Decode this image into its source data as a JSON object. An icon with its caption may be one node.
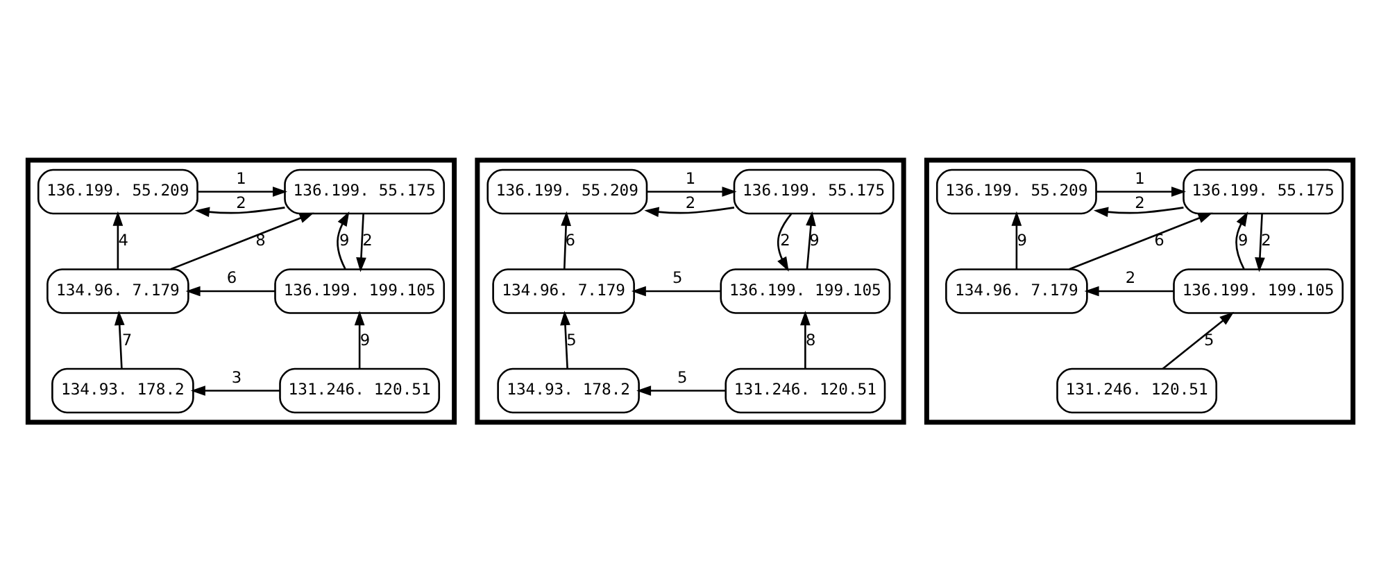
{
  "diagram": {
    "nodes": [
      {
        "text": [],
        "shape": "box"
      },
      {
        "text": [
          "136.199. 55.209"
        ],
        "in": 0
      },
      {
        "text": [
          "136.199. 55.175"
        ],
        "in": 0
      },
      {
        "text": [
          "134.96. 7.179"
        ],
        "in": 0
      },
      {
        "text": [
          "136.199. 199.105"
        ],
        "in": 0
      },
      {
        "text": [
          "134.93. 178.2"
        ],
        "in": 0
      },
      {
        "text": [
          "131.246. 120.51"
        ],
        "in": 0
      },
      {
        "text": [],
        "shape": "box"
      },
      {
        "text": [
          "136.199. 55.209"
        ],
        "in": 7
      },
      {
        "text": [
          "136.199. 55.175"
        ],
        "in": 7
      },
      {
        "text": [
          "134.96. 7.179"
        ],
        "in": 7
      },
      {
        "text": [
          "136.199. 199.105"
        ],
        "in": 7
      },
      {
        "text": [
          "134.93. 178.2"
        ],
        "in": 7
      },
      {
        "text": [
          "131.246. 120.51"
        ],
        "in": 7
      },
      {
        "text": [],
        "shape": "box"
      },
      {
        "text": [
          "136.199. 55.209"
        ],
        "in": 14
      },
      {
        "text": [
          "136.199. 55.175"
        ],
        "in": 14
      },
      {
        "text": [
          "134.96. 7.179"
        ],
        "in": 14
      },
      {
        "text": [
          "136.199. 199.105"
        ],
        "in": 14
      },
      {
        "text": [
          "131.246. 120.51"
        ],
        "in": 14
      }
    ],
    "edges": [
      {
        "from": 1,
        "to": 2,
        "arrow": "to",
        "label": "1"
      },
      {
        "from": 2,
        "to": 1,
        "arrow": "to",
        "label": "2"
      },
      {
        "from": 2,
        "to": 4,
        "arrow": "to",
        "label": "2"
      },
      {
        "from": 4,
        "to": 2,
        "arrow": "to",
        "label": "9"
      },
      {
        "from": 3,
        "to": 1,
        "arrow": "to",
        "label": "4"
      },
      {
        "from": 3,
        "to": 2,
        "arrow": "to",
        "label": "8"
      },
      {
        "from": 4,
        "to": 3,
        "arrow": "to",
        "label": "6"
      },
      {
        "from": 5,
        "to": 3,
        "arrow": "to",
        "label": "7"
      },
      {
        "from": 6,
        "to": 4,
        "arrow": "to",
        "label": "9"
      },
      {
        "from": 6,
        "to": 5,
        "arrow": "to",
        "label": "3"
      },
      {
        "from": 8,
        "to": 9,
        "arrow": "to",
        "label": "1"
      },
      {
        "from": 9,
        "to": 8,
        "arrow": "to",
        "label": "2"
      },
      {
        "from": 9,
        "to": 11,
        "arrow": "to",
        "label": "2"
      },
      {
        "from": 11,
        "to": 9,
        "arrow": "to",
        "label": "9"
      },
      {
        "from": 10,
        "to": 8,
        "arrow": "to",
        "label": "6"
      },
      {
        "from": 11,
        "to": 10,
        "arrow": "to",
        "label": "5"
      },
      {
        "from": 12,
        "to": 10,
        "arrow": "to",
        "label": "5"
      },
      {
        "from": 13,
        "to": 11,
        "arrow": "to",
        "label": "8"
      },
      {
        "from": 13,
        "to": 12,
        "arrow": "to",
        "label": "5"
      },
      {
        "from": 15,
        "to": 16,
        "arrow": "to",
        "label": "1"
      },
      {
        "from": 16,
        "to": 15,
        "arrow": "to",
        "label": "2"
      },
      {
        "from": 16,
        "to": 18,
        "arrow": "to",
        "label": "2"
      },
      {
        "from": 18,
        "to": 16,
        "arrow": "to",
        "label": "9"
      },
      {
        "from": 17,
        "to": 15,
        "arrow": "to",
        "label": "9"
      },
      {
        "from": 17,
        "to": 16,
        "arrow": "to",
        "label": "6"
      },
      {
        "from": 18,
        "to": 17,
        "arrow": "to",
        "label": "2"
      },
      {
        "from": 19,
        "to": 18,
        "arrow": "to",
        "label": "5"
      }
    ]
  }
}
